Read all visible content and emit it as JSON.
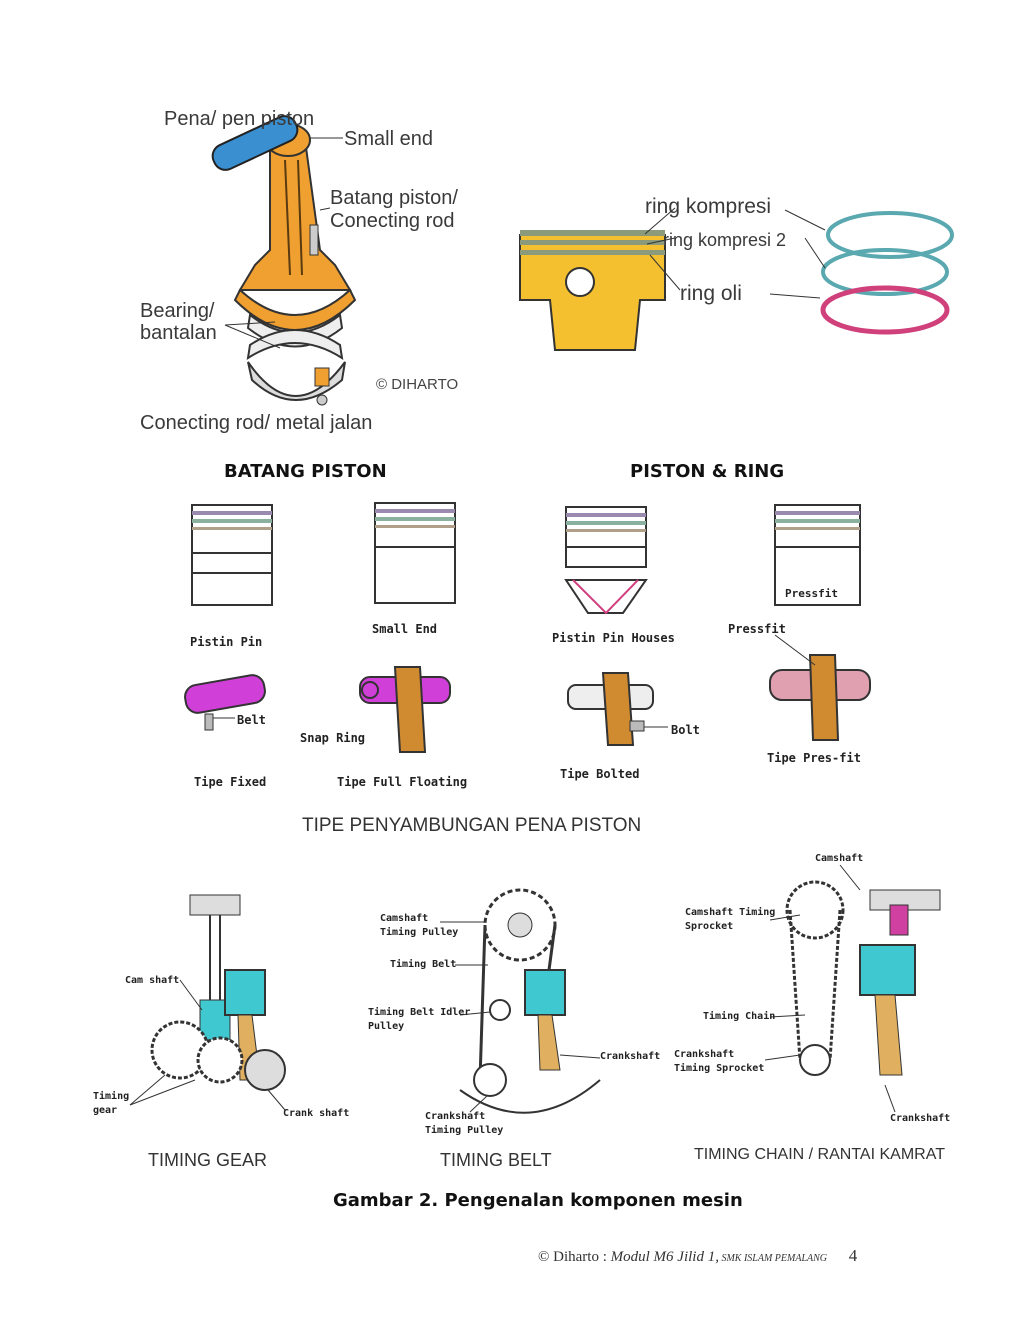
{
  "figure1": {
    "labels": {
      "pin": "Pena/ pen piston",
      "small_end": "Small end",
      "rod_line1": "Batang piston/",
      "rod_line2": "Conecting rod",
      "bearing_line1": "Bearing/",
      "bearing_line2": "bantalan",
      "copyright": "© DIHARTO",
      "cap": "Conecting rod/ metal jalan"
    },
    "caption": "BATANG PISTON"
  },
  "figure2": {
    "labels": {
      "ring1": "ring kompresi",
      "ring2": "ring kompresi 2",
      "ring3": "ring oli"
    },
    "caption": "PISTON & RING"
  },
  "figure3": {
    "variants": [
      {
        "top_label": "Pistin Pin",
        "detail_label": "Belt",
        "type_label": "Tipe Fixed"
      },
      {
        "top_label": "Small End",
        "detail_label": "Snap Ring",
        "type_label": "Tipe Full Floating"
      },
      {
        "top_label": "Pistin Pin Houses",
        "detail_label": "Bolt",
        "type_label": "Tipe Bolted"
      },
      {
        "top_label": "Pressfit",
        "detail_label": "Pressfit",
        "type_label": "Tipe Pres-fit"
      }
    ],
    "caption": "TIPE PENYAMBUNGAN PENA PISTON"
  },
  "figure4": {
    "gear": {
      "labels": {
        "cam": "Cam shaft",
        "timing_gear_1": "Timing",
        "timing_gear_2": "gear",
        "crank": "Crank shaft"
      },
      "caption": "TIMING GEAR"
    },
    "belt": {
      "labels": {
        "cam_pulley_1": "Camshaft",
        "cam_pulley_2": "Timing Pulley",
        "belt": "Timing Belt",
        "idler_1": "Timing Belt Idler",
        "idler_2": "Pulley",
        "crank": "Crankshaft",
        "crank_pulley_1": "Crankshaft",
        "crank_pulley_2": "Timing Pulley"
      },
      "caption": "TIMING BELT"
    },
    "chain": {
      "labels": {
        "camshaft": "Camshaft",
        "sprocket_1": "Camshaft Timing",
        "sprocket_2": "Sprocket",
        "chain": "Timing Chain",
        "crank_sprocket_1": "Crankshaft",
        "crank_sprocket_2": "Timing Sprocket",
        "crank": "Crankshaft"
      },
      "caption": "TIMING CHAIN / RANTAI  KAMRAT"
    }
  },
  "figure_caption": "Gambar 2. Pengenalan komponen mesin",
  "footer": {
    "author": "© Diharto : ",
    "module": "Modul M6 Jilid 1,",
    "school": " SMK ISLAM PEMALANG",
    "page": "4"
  },
  "colors": {
    "pin_blue": "#3a8fd0",
    "rod_orange": "#f0a030",
    "piston_yellow": "#f5c030",
    "ring_teal": "#5aa8b0",
    "ring_red": "#d0407a",
    "pin_magenta": "#d040d8",
    "piston_cyan": "#40c8d0"
  }
}
